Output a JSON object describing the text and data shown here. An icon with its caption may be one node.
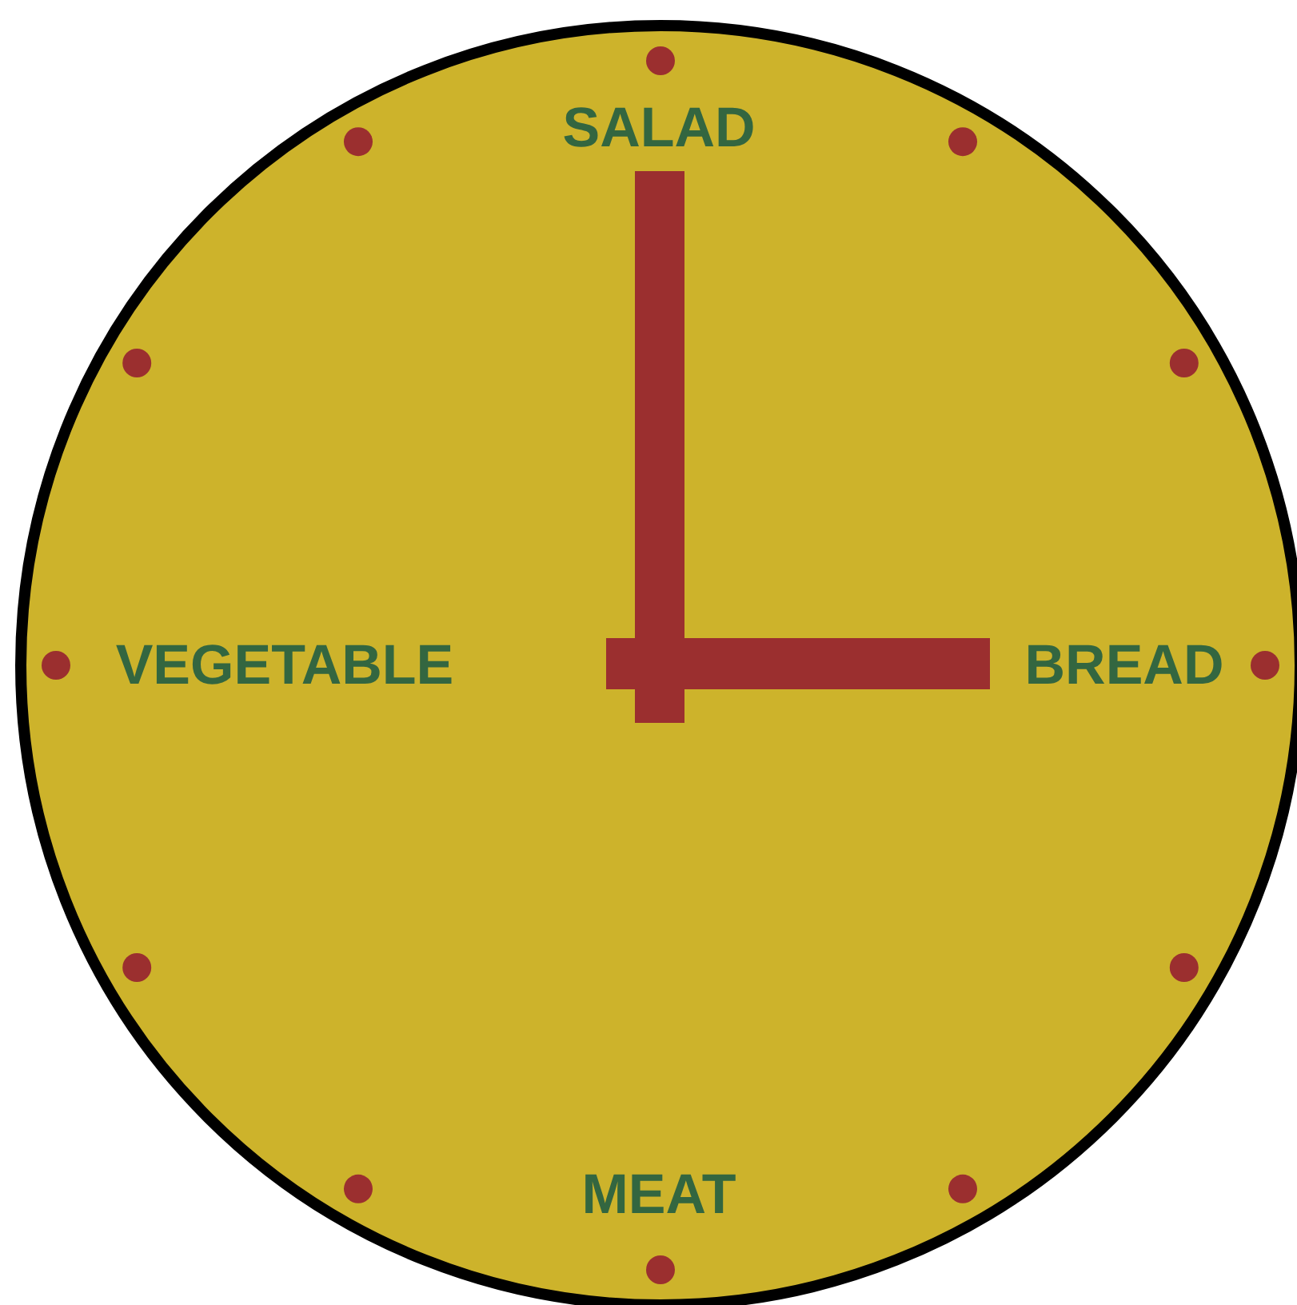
{
  "diagram": {
    "labels": [
      "SALAD",
      "VEGETABLE",
      "BREAD",
      "MEAT"
    ]
  }
}
